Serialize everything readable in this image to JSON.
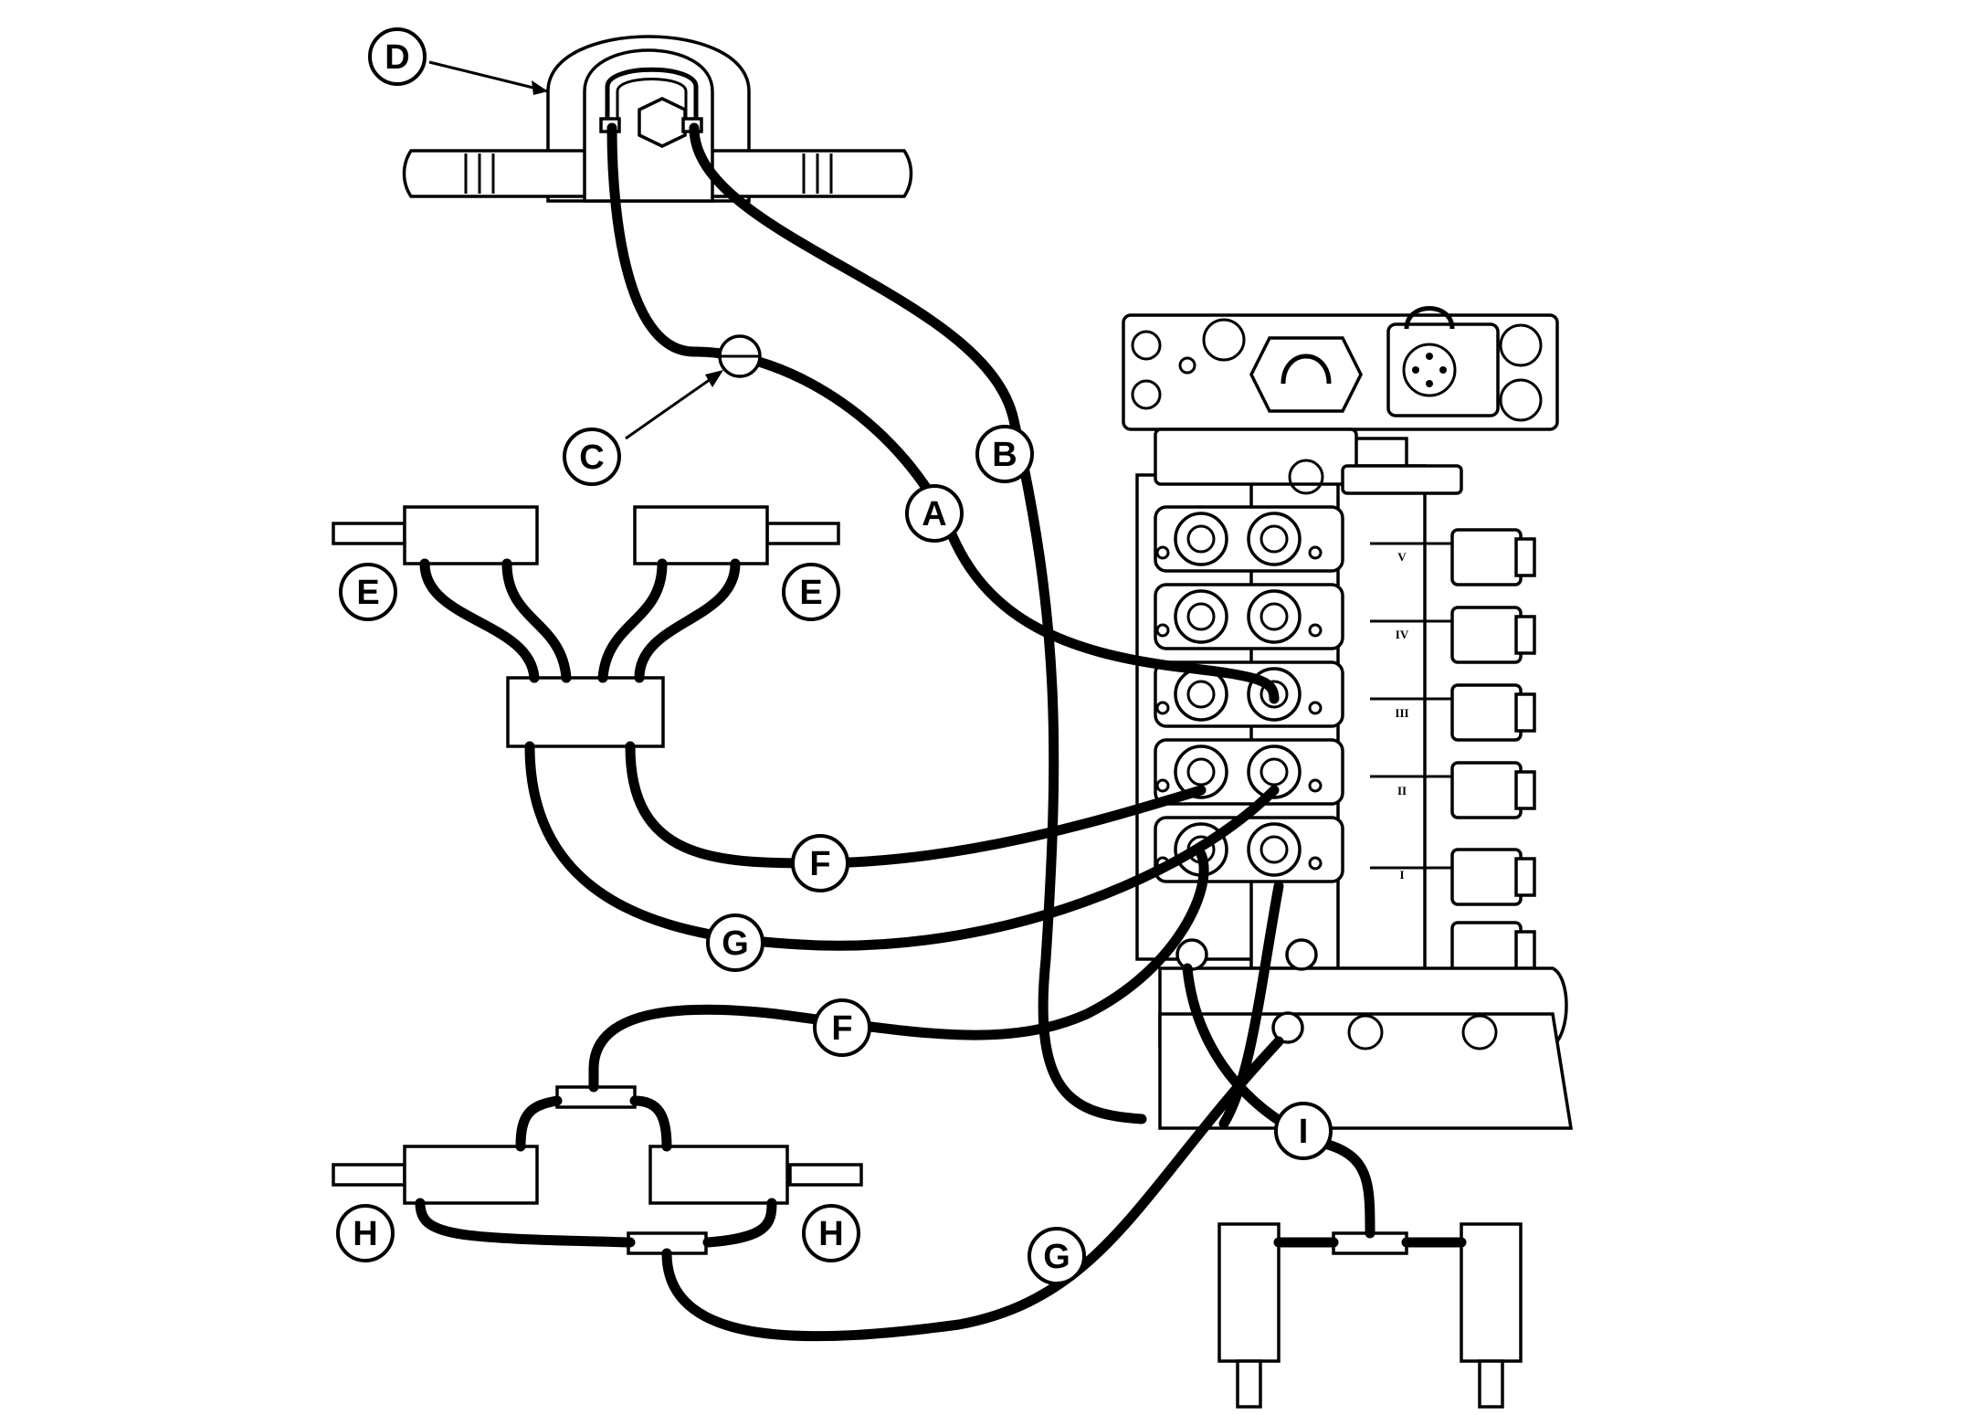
{
  "callouts": {
    "A": "A",
    "B": "B",
    "C": "C",
    "D": "D",
    "E": "E",
    "F": "F",
    "G": "G",
    "H": "H",
    "I": "I"
  },
  "valve_sections": {
    "v": "V",
    "iv": "IV",
    "iii": "III",
    "ii": "II",
    "i": "I"
  }
}
